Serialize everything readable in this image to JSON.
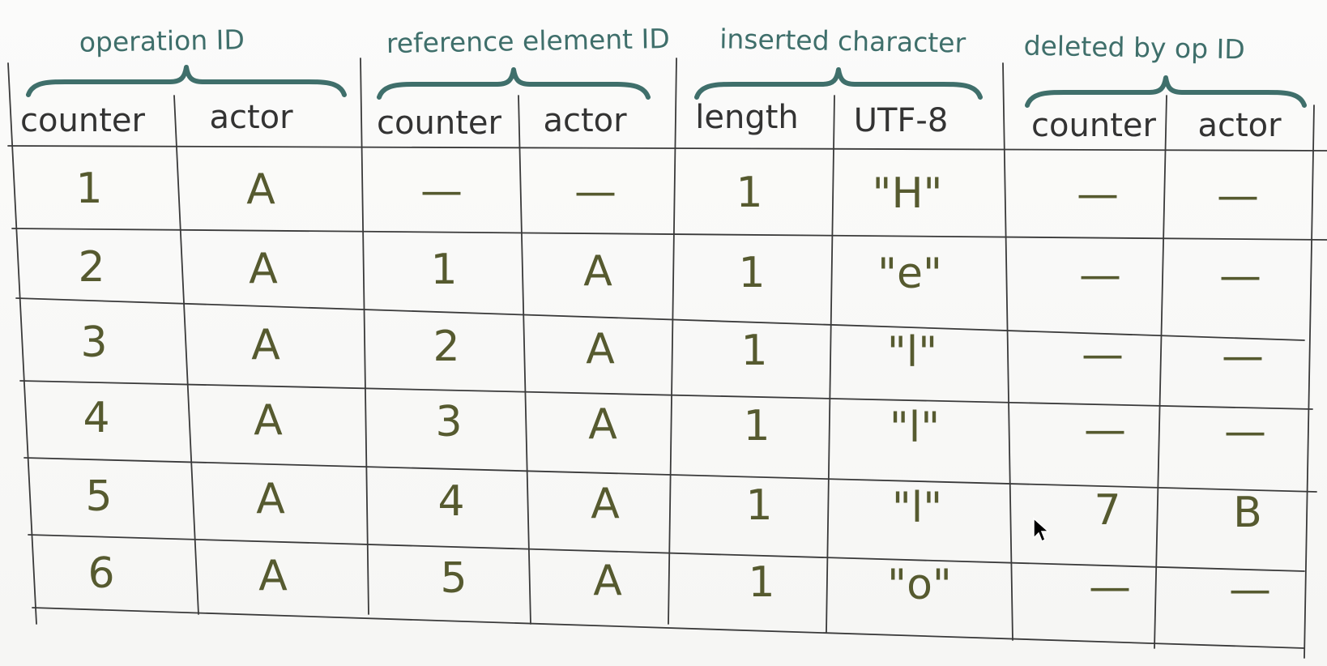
{
  "groups": [
    {
      "label": "operation ID"
    },
    {
      "label": "reference element ID"
    },
    {
      "label": "inserted character"
    },
    {
      "label": "deleted by op ID"
    }
  ],
  "columns": [
    "counter",
    "actor",
    "counter",
    "actor",
    "length",
    "UTF-8",
    "counter",
    "actor"
  ],
  "rows": [
    [
      "1",
      "A",
      "—",
      "—",
      "1",
      "\"H\"",
      "—",
      "—"
    ],
    [
      "2",
      "A",
      "1",
      "A",
      "1",
      "\"e\"",
      "—",
      "—"
    ],
    [
      "3",
      "A",
      "2",
      "A",
      "1",
      "\"l\"",
      "—",
      "—"
    ],
    [
      "4",
      "A",
      "3",
      "A",
      "1",
      "\"l\"",
      "—",
      "—"
    ],
    [
      "5",
      "A",
      "4",
      "A",
      "1",
      "\"l\"",
      "7",
      "B"
    ],
    [
      "6",
      "A",
      "5",
      "A",
      "1",
      "\"o\"",
      "—",
      "—"
    ]
  ],
  "colors": {
    "ink": "#565a2f",
    "group_ink": "#3f6f6b",
    "header_ink": "#333333",
    "grid": "#3a3a3a"
  },
  "icons": {
    "cursor": "mouse-pointer-icon"
  }
}
